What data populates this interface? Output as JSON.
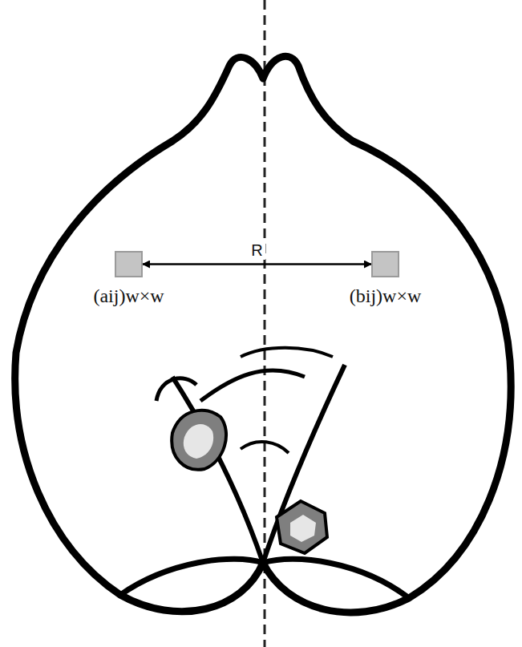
{
  "diagram": {
    "nodes": [
      {
        "text": [
          "(aij)w×w"
        ]
      },
      {
        "text": [
          "(bij)w×w"
        ]
      }
    ],
    "edges": [
      {
        "from": 0,
        "to": 1,
        "arrow": "both",
        "label": "R"
      }
    ]
  }
}
